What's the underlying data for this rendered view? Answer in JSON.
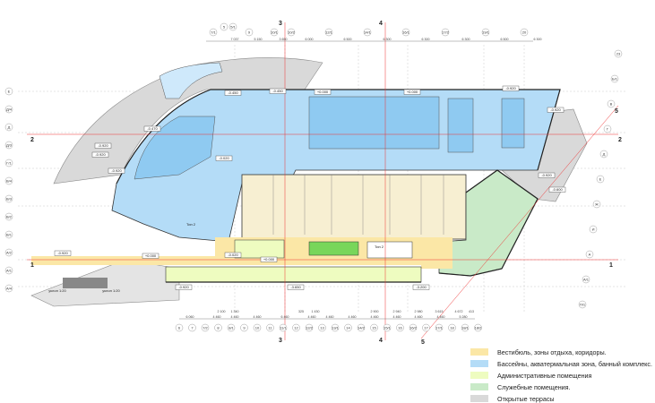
{
  "legend": [
    {
      "label": "Вестибюль, зоны отдыха, коридоры.",
      "color": "#fbe7a6"
    },
    {
      "label": "Бассейны, акватермальная зона, банный комплекс.",
      "color": "#b4dcf7"
    },
    {
      "label": "Административные помещения",
      "color": "#eefcc0"
    },
    {
      "label": "Служебные помещения.",
      "color": "#c9eac8"
    },
    {
      "label": "Открытые террасы",
      "color": "#d9d9d9"
    }
  ],
  "top_axes": [
    "7/1",
    "5",
    "5/1",
    "9",
    "10/1",
    "10/2",
    "12/1",
    "14/1",
    "16/1",
    "17/2",
    "19/1",
    "20"
  ],
  "top_dims": [
    "7 037",
    "5 150",
    "3 650",
    "6 000",
    "6 500",
    "6 300",
    "6 300",
    "6 300",
    "6 500",
    "6 300"
  ],
  "bottom_axes": [
    "6",
    "7",
    "7/2",
    "8",
    "8/1",
    "9",
    "10",
    "11",
    "11/1",
    "12",
    "12/2",
    "13",
    "13/1",
    "14",
    "14/2",
    "15",
    "15/1",
    "16",
    "16/2",
    "17",
    "17/1",
    "18",
    "18/1",
    "18/2"
  ],
  "bottom_dims": [
    "6 060",
    "4 460",
    "4 460",
    "4 460",
    "6 460",
    "4 460",
    "4 460",
    "4 460",
    "4 460",
    "4 460",
    "4 460",
    "4 460",
    "5 280"
  ],
  "bottom_dims_upper": [
    "2 100",
    "1 340",
    "325",
    "1 430",
    "2 900",
    "2 940",
    "2 980",
    "3 615",
    "4 672",
    "413"
  ],
  "left_axes": [
    "E",
    "Д/4",
    "Д",
    "Д/3",
    "Г/1",
    "В/4",
    "В/3",
    "В/2",
    "В/1",
    "А/2",
    "А/1",
    "А/4"
  ],
  "right_axes": [
    "23",
    "Б/1",
    "В",
    "Г",
    "Д",
    "Е",
    "Ж",
    "И",
    "А",
    "А/1",
    "П/1"
  ],
  "section_marks": [
    "1",
    "1",
    "2",
    "2",
    "3",
    "3",
    "4",
    "4",
    "5",
    "5"
  ],
  "elevations": {
    "e1": "-0.920",
    "e2": "-0.020",
    "e3": "+0.000",
    "e4": "-0.450",
    "e5": "-0.470",
    "e6": "-0.450",
    "e7": "+0.000",
    "e8": "+0.000",
    "e9": "-0.920",
    "e10": "-0.920",
    "e11": "-3.650",
    "e12": "-0.920",
    "e13": "-3.200",
    "e14": "-0.920",
    "e15": "-0.920",
    "e16": "-0.600",
    "e17": "-0.920",
    "e18": "+0.000",
    "e19": "-0.920",
    "e20": "-0.020"
  },
  "room_labels": {
    "type2a": "Тип 2",
    "type2b": "Тип 2"
  },
  "ramp_labels": {
    "r1": "уклон 1:20",
    "r2": "уклон 1:20"
  }
}
